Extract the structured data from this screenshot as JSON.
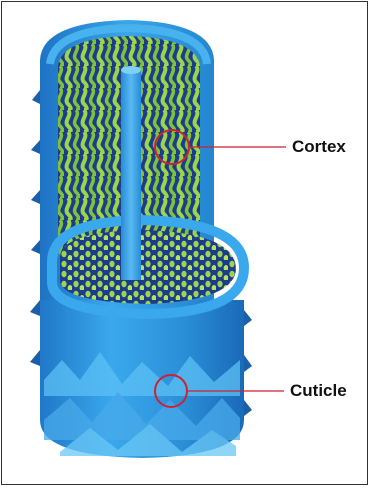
{
  "labels": {
    "cortex": "Cortex",
    "cuticle": "Cuticle"
  },
  "colors": {
    "border": "#333333",
    "cuticle_blue": "#2f9be0",
    "cuticle_light": "#4fb4ee",
    "inner_dark": "#1d3d8c",
    "fiber_green": "#9bd64a",
    "fiber_green_light": "#c4ec6e",
    "medulla": "#3fa2e6",
    "highlight": "#cc2233"
  },
  "icons": [
    "hair-structure-illustration"
  ]
}
